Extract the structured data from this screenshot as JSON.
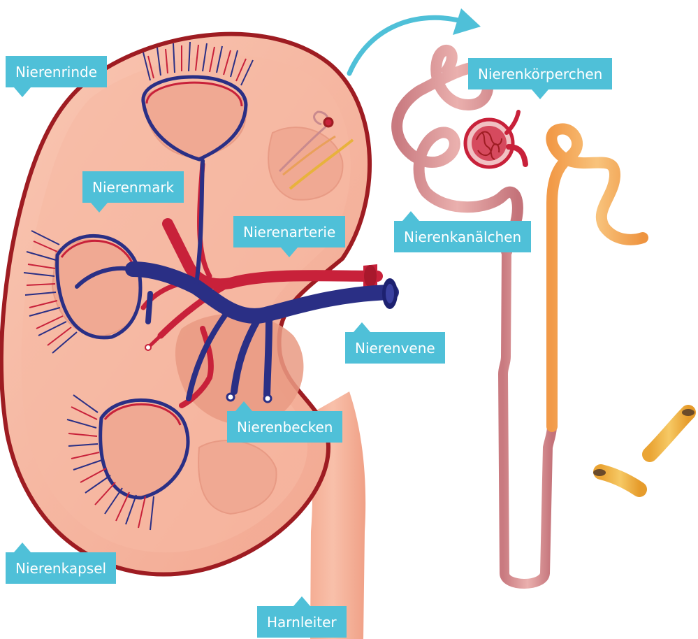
{
  "labels": {
    "nierenrinde": "Nierenrinde",
    "nierenmark": "Nierenmark",
    "nierenarterie": "Nierenarterie",
    "nierenvene": "Nierenvene",
    "nierenbecken": "Nierenbecken",
    "nierenkapsel": "Nierenkapsel",
    "harnleiter": "Harnleiter",
    "nierenkoerperchen": "Nierenkörperchen",
    "nierenkanaelchen": "Nierenkanälchen"
  },
  "colors": {
    "label_bg": "#4fc0d8",
    "label_text": "#ffffff",
    "capsule": "#9e1c22",
    "kidney_tissue": "#f6b6a0",
    "pyramid": "#f0a48c",
    "artery": "#c8213a",
    "vein": "#2a2f85",
    "tubule_pink": "#d98e90",
    "tubule_orange": "#f2a65a",
    "collecting_duct": "#f0b440",
    "arrow": "#4fc0d8"
  }
}
